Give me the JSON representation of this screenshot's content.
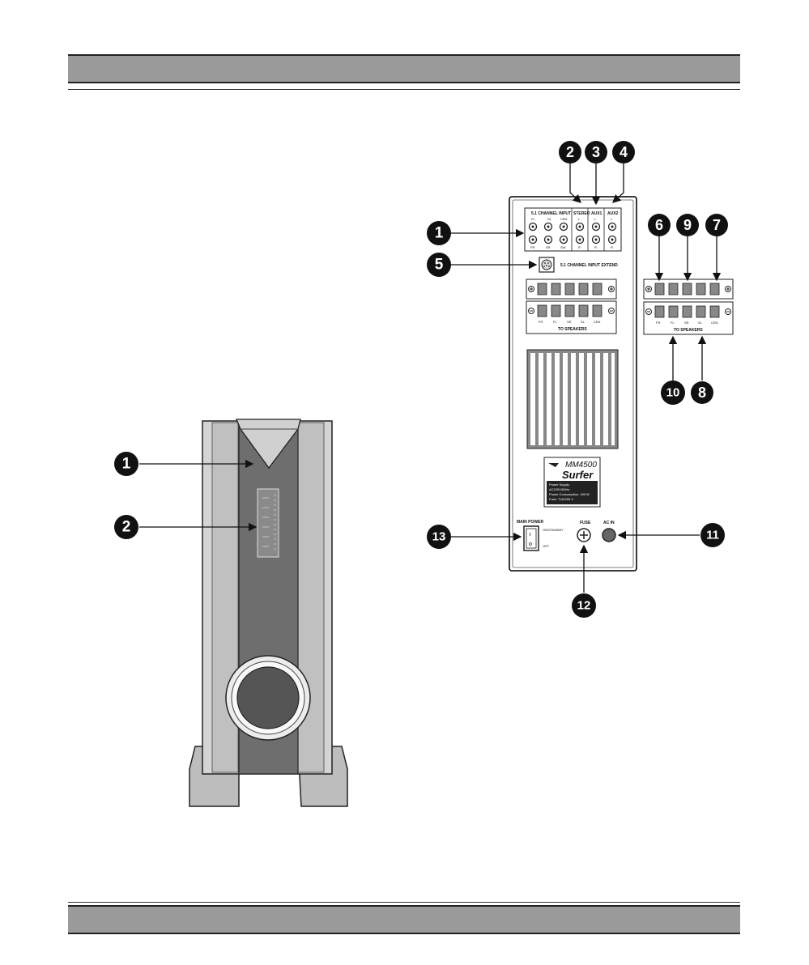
{
  "front_view": {
    "callouts": [
      "1",
      "2"
    ]
  },
  "rear_view": {
    "callouts_top": [
      "2",
      "3",
      "4"
    ],
    "callout_left_1": "1",
    "callout_left_5": "5",
    "callouts_right_top": [
      "6",
      "9",
      "7"
    ],
    "callouts_right_bottom": [
      "10",
      "8"
    ],
    "callout_13": "13",
    "callout_12": "12",
    "callout_11": "11",
    "input_panel": {
      "group_51": "5.1 CHANNEL INPUT",
      "group_stereo": "STEREO",
      "group_aux1": "AUX1",
      "group_aux2": "AUX2",
      "top_labels": [
        "FL",
        "SL",
        "CEN",
        "L",
        "L",
        "L"
      ],
      "bottom_labels": [
        "FR",
        "SR",
        "SW",
        "R",
        "R",
        "R"
      ]
    },
    "extend_label": "5.1 CHANNEL INPUT EXTEND",
    "speaker_labels": [
      "FR",
      "FL",
      "SR",
      "SL",
      "CEN"
    ],
    "to_speakers": "TO SPEAKERS",
    "model": "MM4500",
    "brand": "Surfer",
    "spec_lines": [
      "Power Supply:",
      "AC220V/50Hz",
      "Power Consumption: 180 W",
      "Fuse: T2A/250 V"
    ],
    "power_label": "MAIN POWER",
    "on_label": "ON/STANDBY",
    "off_label": "OFF",
    "switch_on": "I",
    "switch_off": "O",
    "fuse_label": "FUSE",
    "ac_in_label": "AC IN"
  },
  "colors": {
    "header_band": "#9a9a9a",
    "callout_fill": "#111111",
    "front_panel": "#6e6e6e",
    "side_panel": "#c8c8c8"
  }
}
